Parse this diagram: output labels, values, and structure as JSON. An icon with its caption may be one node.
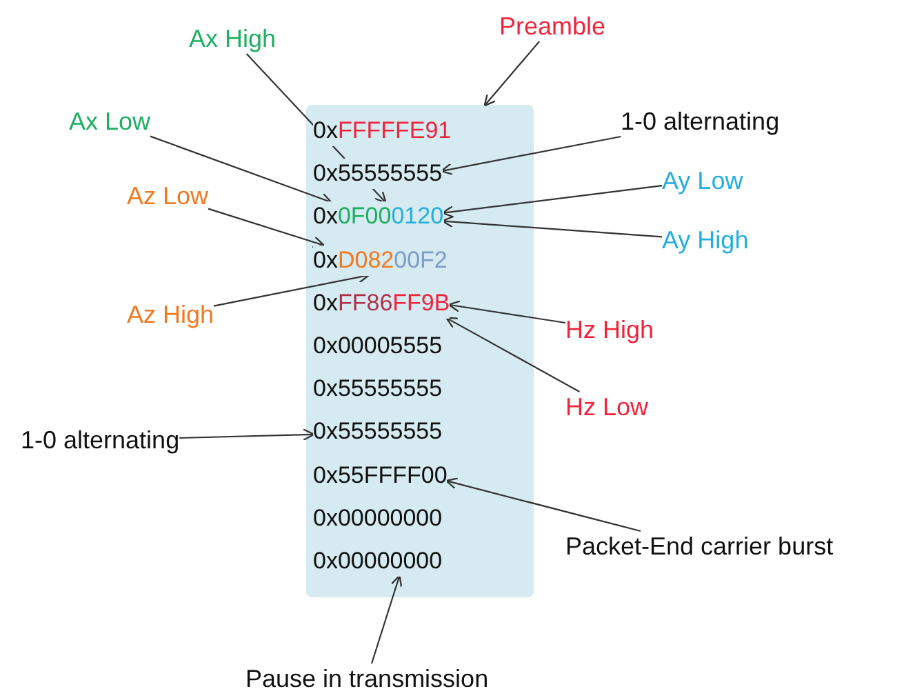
{
  "diagram": {
    "nodes": [
      {
        "text": [],
        "shape": "box"
      },
      {
        "text": [
          "0xFFFFFE91"
        ],
        "in": 0
      },
      {
        "text": [
          "0x55555555"
        ],
        "in": 0
      },
      {
        "text": [
          "0x0F000120"
        ],
        "in": 0
      },
      {
        "text": [
          "0xD08200F2"
        ],
        "in": 0
      },
      {
        "text": [
          "0xFF86FF9B"
        ],
        "in": 0
      },
      {
        "text": [
          "0x00005555"
        ],
        "in": 0
      },
      {
        "text": [
          "0x55555555"
        ],
        "in": 0
      },
      {
        "text": [
          "0x55555555"
        ],
        "in": 0
      },
      {
        "text": [
          "0x55FFFF00"
        ],
        "in": 0
      },
      {
        "text": [
          "0x00000000"
        ],
        "in": 0
      },
      {
        "text": [
          "0x00000000"
        ],
        "in": 0
      },
      {
        "text": [
          "Preamble"
        ]
      },
      {
        "text": [
          "Ax High"
        ]
      },
      {
        "text": [
          "Ax Low"
        ]
      },
      {
        "text": [
          "1-0 alternating"
        ]
      },
      {
        "text": [
          "Az Low"
        ]
      },
      {
        "text": [
          "Ay Low"
        ]
      },
      {
        "text": [
          "Ay High"
        ]
      },
      {
        "text": [
          "Az High"
        ]
      },
      {
        "text": [
          "Hz High"
        ]
      },
      {
        "text": [
          "Hz Low"
        ]
      },
      {
        "text": [
          "1-0 alternating"
        ]
      },
      {
        "text": [
          "Packet-End carrier burst"
        ]
      },
      {
        "text": [
          "Pause in transmission"
        ]
      }
    ],
    "edges": [
      {
        "from": 12,
        "to": 0,
        "arrow": "to"
      },
      {
        "from": 13,
        "to": 3,
        "arrow": "to"
      },
      {
        "from": 14,
        "to": 3,
        "arrow": "to"
      },
      {
        "from": 15,
        "to": 2,
        "arrow": "to"
      },
      {
        "from": 16,
        "to": 4,
        "arrow": "to"
      },
      {
        "from": 17,
        "to": 3,
        "arrow": "to"
      },
      {
        "from": 18,
        "to": 3,
        "arrow": "to"
      },
      {
        "from": 19,
        "to": 4,
        "arrow": "to"
      },
      {
        "from": 20,
        "to": 5,
        "arrow": "to"
      },
      {
        "from": 21,
        "to": 5,
        "arrow": "to"
      },
      {
        "from": 22,
        "to": 8,
        "arrow": "to"
      },
      {
        "from": 23,
        "to": 9,
        "arrow": "to"
      },
      {
        "from": 24,
        "to": 11,
        "arrow": "to"
      }
    ]
  }
}
